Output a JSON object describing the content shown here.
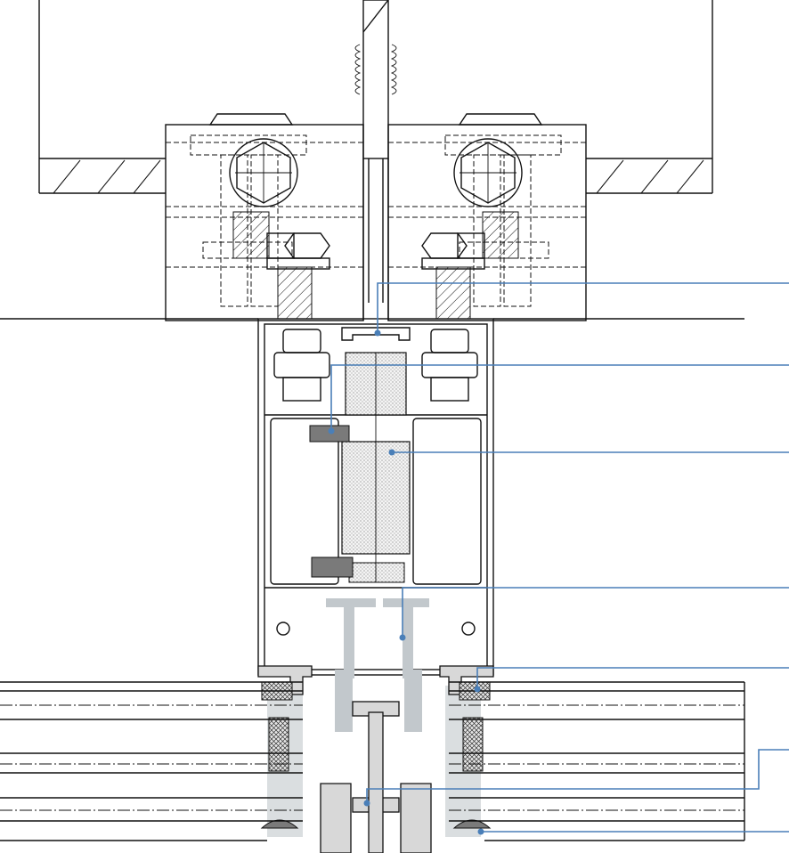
{
  "colors": {
    "line": "#111111",
    "leader": "#4a7fb8",
    "aluminum": "#d8d8d8",
    "gasket": "#7a7a7a",
    "mullion_insert": "#c2c8cc"
  },
  "callouts": [
    {
      "id": "callout-1"
    },
    {
      "id": "callout-2"
    },
    {
      "id": "callout-3"
    },
    {
      "id": "callout-4"
    },
    {
      "id": "callout-5"
    },
    {
      "id": "callout-6"
    },
    {
      "id": "callout-7"
    }
  ]
}
